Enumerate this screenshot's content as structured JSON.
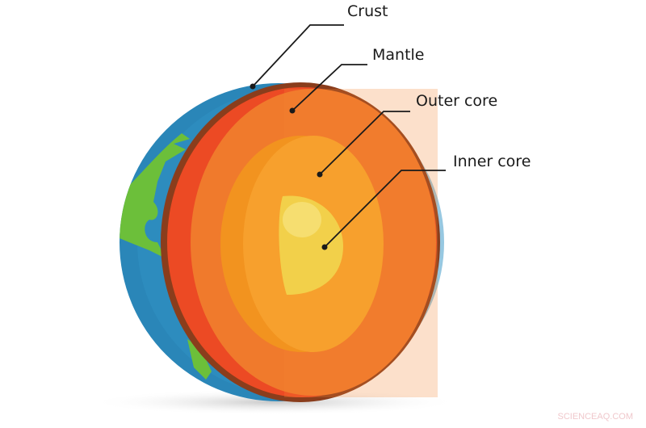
{
  "labels": {
    "crust": "Crust",
    "mantle": "Mantle",
    "outer_core": "Outer core",
    "inner_core": "Inner core"
  },
  "watermark": "SCIENCEAQ.COM",
  "colors": {
    "ocean": "#2a86b8",
    "land": "#6cbf3a",
    "crust": "#8a3d1c",
    "mantle_outer": "#ec4a24",
    "mantle": "#f07a2c",
    "outer_core": "#f7a02d",
    "inner_core": "#f2d04a"
  }
}
